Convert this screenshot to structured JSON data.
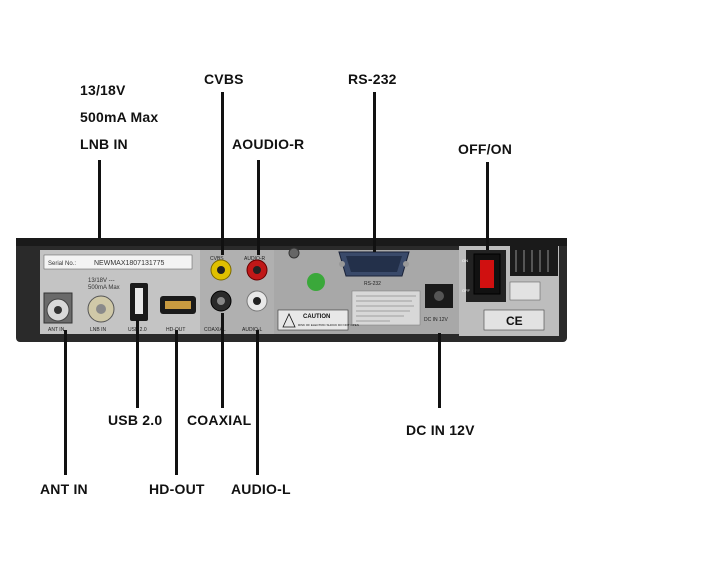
{
  "labels": {
    "lnb_voltage": "13/18V",
    "lnb_current": "500mA Max",
    "lnb_in": "LNB IN",
    "cvbs": "CVBS",
    "audio_r": "AOUDIO-R",
    "rs232": "RS-232",
    "off_on": "OFF/ON",
    "usb": "USB 2.0",
    "coaxial": "COAXIAL",
    "dc_in": "DC IN 12V",
    "ant_in": "ANT IN",
    "hd_out": "HD-OUT",
    "audio_l": "AUDIO-L"
  },
  "panel": {
    "serial_label": "Serial No.:",
    "serial_value": "NEWMAX1807131775",
    "lnb_spec": "13/18V ---",
    "lnb_spec2": "500mA Max",
    "port_ant": "ANT IN",
    "port_lnb": "LNB IN",
    "port_usb": "USB 2.0",
    "port_hd": "HD-OUT",
    "port_cvbs": "CVBS",
    "port_audio_r": "AUDIO-R",
    "port_coaxial": "COAXIAL",
    "port_audio_l": "AUDIO-L",
    "port_rs232": "RS-232",
    "caution_title": "CAUTION",
    "caution_text": "RISK OF ELECTRIC SHOCK DO NOT OPEN",
    "dc_label": "DC IN 12V",
    "switch_on": "ON",
    "switch_off": "OFF",
    "ce_mark": "CE"
  },
  "colors": {
    "chassis": "#2a2a2a",
    "panel": "#b8b8b8",
    "rca_yellow": "#e0c000",
    "rca_red": "#c01818",
    "rca_white": "#e8e8e8",
    "switch_red": "#d01010",
    "led_green": "#3aa83a"
  }
}
